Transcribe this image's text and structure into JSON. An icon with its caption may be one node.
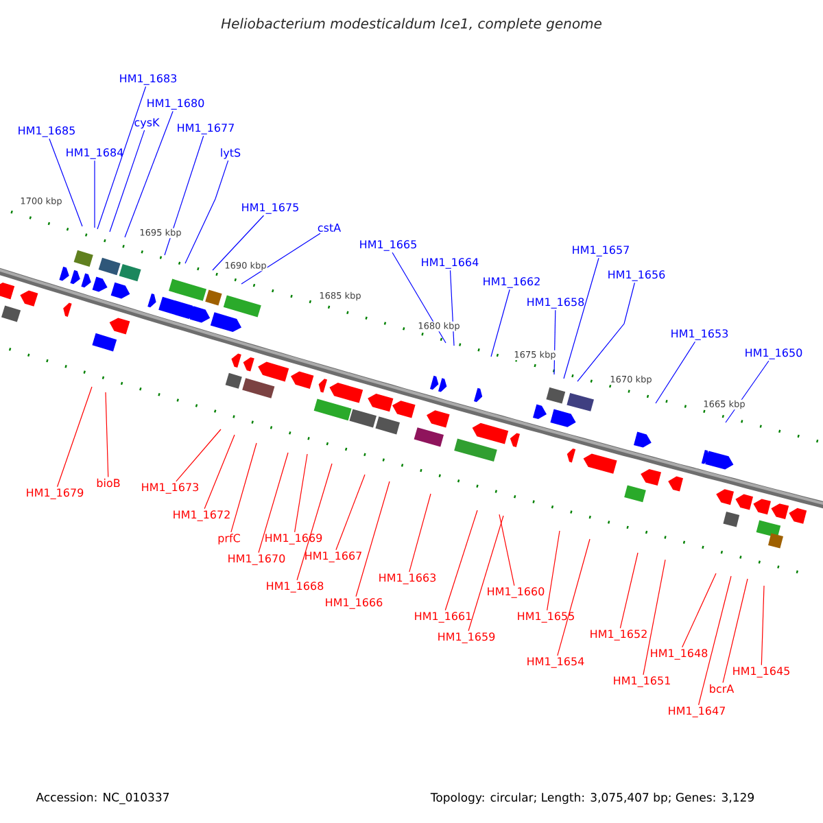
{
  "diagram": {
    "title": "Heliobacterium modesticaldum Ice1, complete genome",
    "nodes": [
      {
        "text": [
          "HM1_1683"
        ]
      },
      {
        "text": [
          "HM1_1680"
        ]
      },
      {
        "text": [
          "cysK"
        ]
      },
      {
        "text": [
          "HM1_1677"
        ]
      },
      {
        "text": [
          "HM1_1685"
        ]
      },
      {
        "text": [
          "HM1_1684"
        ]
      },
      {
        "text": [
          "lytS"
        ]
      },
      {
        "text": [
          "HM1_1675"
        ]
      },
      {
        "text": [
          "cstA"
        ]
      },
      {
        "text": [
          "HM1_1665"
        ]
      },
      {
        "text": [
          "HM1_1657"
        ]
      },
      {
        "text": [
          "HM1_1664"
        ]
      },
      {
        "text": [
          "HM1_1656"
        ]
      },
      {
        "text": [
          "HM1_1662"
        ]
      },
      {
        "text": [
          "HM1_1658"
        ]
      },
      {
        "text": [
          "HM1_1653"
        ]
      },
      {
        "text": [
          "HM1_1650"
        ]
      },
      {
        "text": [
          "bioB"
        ]
      },
      {
        "text": [
          "HM1_1673"
        ]
      },
      {
        "text": [
          "HM1_1679"
        ]
      },
      {
        "text": [
          "HM1_1672"
        ]
      },
      {
        "text": [
          "prfC"
        ]
      },
      {
        "text": [
          "HM1_1669"
        ]
      },
      {
        "text": [
          "HM1_1670"
        ]
      },
      {
        "text": [
          "HM1_1667"
        ]
      },
      {
        "text": [
          "HM1_1663"
        ]
      },
      {
        "text": [
          "HM1_1668"
        ]
      },
      {
        "text": [
          "HM1_1660"
        ]
      },
      {
        "text": [
          "HM1_1666"
        ]
      },
      {
        "text": [
          "HM1_1655"
        ]
      },
      {
        "text": [
          "HM1_1661"
        ]
      },
      {
        "text": [
          "HM1_1652"
        ]
      },
      {
        "text": [
          "HM1_1659"
        ]
      },
      {
        "text": [
          "HM1_1648"
        ]
      },
      {
        "text": [
          "HM1_1654"
        ]
      },
      {
        "text": [
          "HM1_1645"
        ]
      },
      {
        "text": [
          "HM1_1651"
        ]
      },
      {
        "text": [
          "bcrA"
        ]
      },
      {
        "text": [
          "HM1_1647"
        ]
      }
    ],
    "edges": [
      {
        "from": 0,
        "to": null,
        "arrow": "none",
        "color": "#0000ff"
      },
      {
        "from": 1,
        "to": null,
        "arrow": "none",
        "color": "#0000ff"
      },
      {
        "from": 2,
        "to": null,
        "arrow": "none",
        "color": "#0000ff"
      },
      {
        "from": 3,
        "to": null,
        "arrow": "none",
        "color": "#0000ff"
      },
      {
        "from": 4,
        "to": null,
        "arrow": "none",
        "color": "#0000ff"
      },
      {
        "from": 5,
        "to": null,
        "arrow": "none",
        "color": "#0000ff"
      },
      {
        "from": 6,
        "to": null,
        "arrow": "none",
        "color": "#0000ff"
      },
      {
        "from": 7,
        "to": null,
        "arrow": "none",
        "color": "#0000ff"
      },
      {
        "from": 8,
        "to": null,
        "arrow": "none",
        "color": "#0000ff"
      },
      {
        "from": 9,
        "to": null,
        "arrow": "none",
        "color": "#0000ff"
      },
      {
        "from": 10,
        "to": null,
        "arrow": "none",
        "color": "#0000ff"
      },
      {
        "from": 11,
        "to": null,
        "arrow": "none",
        "color": "#0000ff"
      },
      {
        "from": 12,
        "to": null,
        "arrow": "none",
        "color": "#0000ff"
      },
      {
        "from": 13,
        "to": null,
        "arrow": "none",
        "color": "#0000ff"
      },
      {
        "from": 14,
        "to": null,
        "arrow": "none",
        "color": "#0000ff"
      },
      {
        "from": 15,
        "to": null,
        "arrow": "none",
        "color": "#0000ff"
      },
      {
        "from": 16,
        "to": null,
        "arrow": "none",
        "color": "#0000ff"
      },
      {
        "from": 17,
        "to": null,
        "arrow": "none"
      },
      {
        "from": 18,
        "to": null,
        "arrow": "none"
      },
      {
        "from": 19,
        "to": null,
        "arrow": "none"
      },
      {
        "from": 20,
        "to": null,
        "arrow": "none"
      },
      {
        "from": 21,
        "to": null,
        "arrow": "none"
      },
      {
        "from": 22,
        "to": null,
        "arrow": "none"
      },
      {
        "from": 23,
        "to": null,
        "arrow": "none"
      },
      {
        "from": 24,
        "to": null,
        "arrow": "none"
      },
      {
        "from": 25,
        "to": null,
        "arrow": "none"
      },
      {
        "from": 26,
        "to": null,
        "arrow": "none"
      },
      {
        "from": 27,
        "to": null,
        "arrow": "none"
      },
      {
        "from": 28,
        "to": null,
        "arrow": "none"
      },
      {
        "from": 29,
        "to": null,
        "arrow": "none"
      },
      {
        "from": 30,
        "to": null,
        "arrow": "none"
      },
      {
        "from": 31,
        "to": null,
        "arrow": "none"
      },
      {
        "from": 32,
        "to": null,
        "arrow": "none"
      },
      {
        "from": 33,
        "to": null,
        "arrow": "none"
      },
      {
        "from": 34,
        "to": null,
        "arrow": "none"
      },
      {
        "from": 35,
        "to": null,
        "arrow": "none"
      },
      {
        "from": 36,
        "to": null,
        "arrow": "none"
      },
      {
        "from": 37,
        "to": null,
        "arrow": "none"
      },
      {
        "from": 38,
        "to": null,
        "arrow": "none"
      }
    ],
    "labels": [
      "1700 kbp",
      "1695 kbp",
      "1690 kbp",
      "1685 kbp",
      "1680 kbp",
      "1675 kbp",
      "1670 kbp",
      "1665 kbp",
      "Accession: NC_010337",
      "Topology: circular; Length: 3,075,407 bp; Genes: 3,129"
    ]
  }
}
